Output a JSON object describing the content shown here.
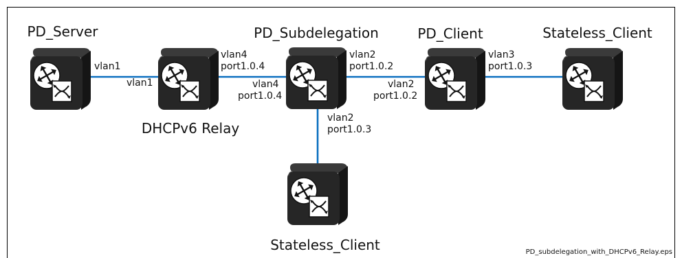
{
  "nodes": {
    "pd_server": {
      "title": "PD_Server"
    },
    "dhcpv6_relay": {
      "title": "DHCPv6 Relay"
    },
    "pd_subdelegation": {
      "title": "PD_Subdelegation"
    },
    "pd_client": {
      "title": "PD_Client"
    },
    "stateless_client_right": {
      "title": "Stateless_Client"
    },
    "stateless_client_bottom": {
      "title": "Stateless_Client"
    }
  },
  "links": {
    "server_relay": {
      "server_side": [
        "vlan1"
      ],
      "relay_side": [
        "vlan1"
      ]
    },
    "relay_subdelegation": {
      "relay_side": [
        "vlan4",
        "port1.0.4"
      ],
      "subdelegation_side": [
        "vlan4",
        "port1.0.4"
      ]
    },
    "subdelegation_client": {
      "subdelegation_side": [
        "vlan2",
        "port1.0.2"
      ],
      "client_side": [
        "vlan2",
        "port1.0.2"
      ]
    },
    "client_stateless": {
      "client_side": [
        "vlan3",
        "port1.0.3"
      ]
    },
    "subdelegation_stateless": {
      "subdelegation_side": [
        "vlan2",
        "port1.0.3"
      ]
    }
  },
  "caption": "PD_subdelegation_with_DHCPv6_Relay.eps",
  "colors": {
    "link": "#0a6fbf",
    "device_top": "#3a3a3a",
    "device_side": "#151515",
    "device_front": "#262626",
    "icon_bg": "#ffffff",
    "icon_stroke": "#111111"
  }
}
